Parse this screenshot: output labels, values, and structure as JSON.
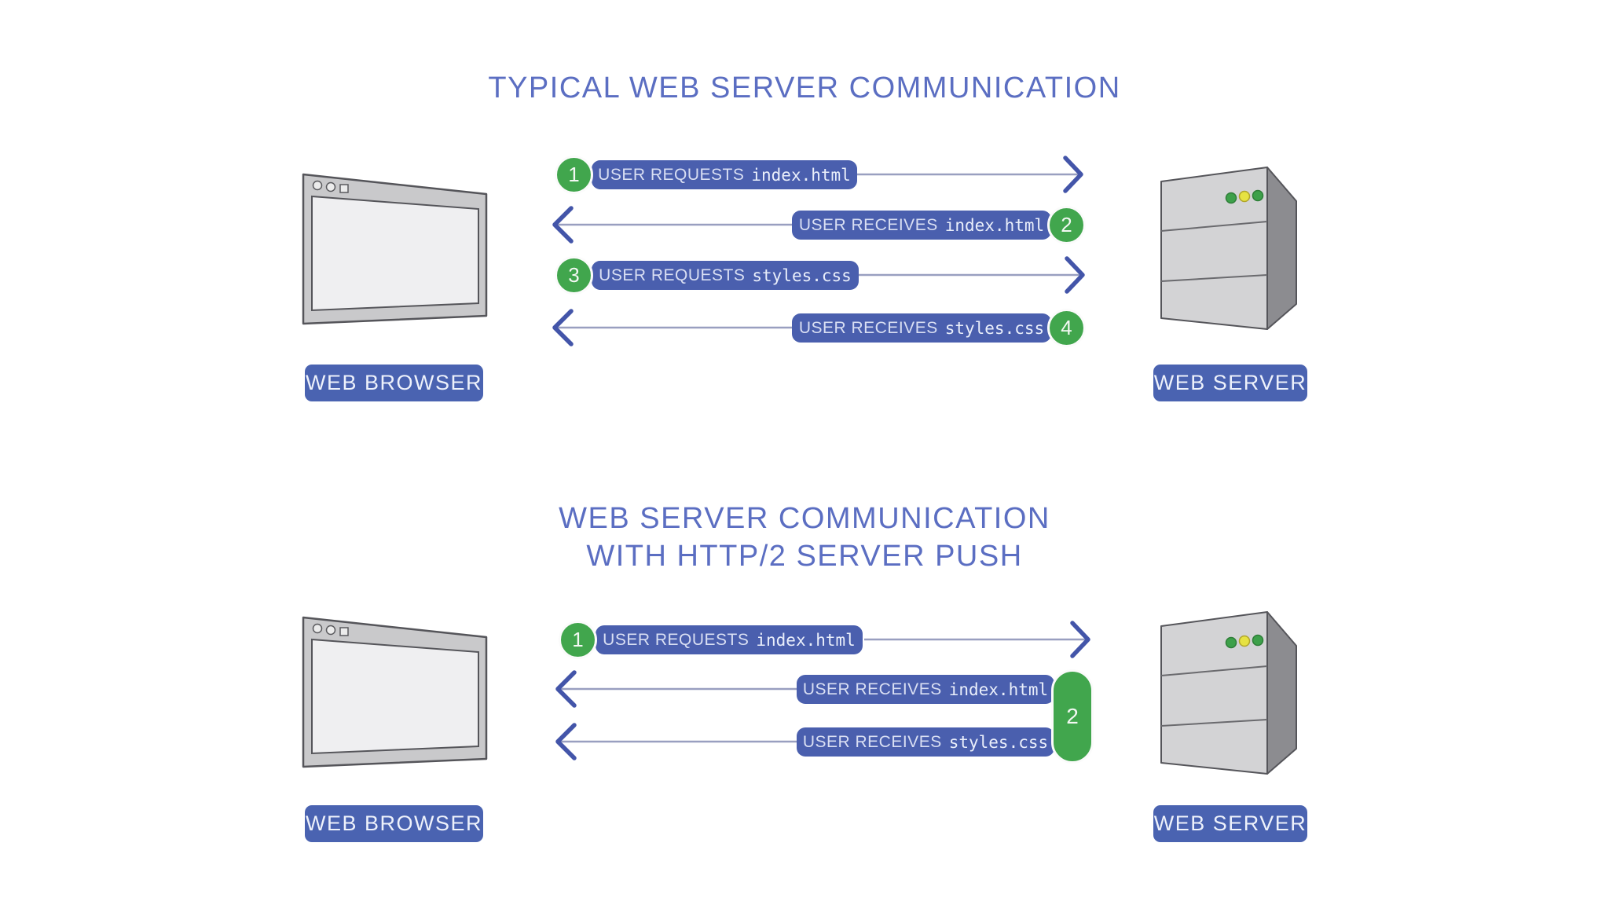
{
  "colors": {
    "title_blue": "#5b6ec2",
    "message_pill_blue": "#4a5fae",
    "label_pill_blue": "#4a63b1",
    "badge_green": "#41a64d",
    "arrow_shaft_gray": "#999fc0",
    "arrow_head_blue": "#4355a9"
  },
  "sections": [
    {
      "title_lines": [
        "TYPICAL WEB SERVER COMMUNICATION"
      ],
      "browser_label": "WEB BROWSER",
      "server_label": "WEB SERVER",
      "messages": [
        {
          "num": "1",
          "text": "USER REQUESTS",
          "code": "index.html",
          "direction": "right"
        },
        {
          "num": "2",
          "text": "USER RECEIVES",
          "code": "index.html",
          "direction": "left"
        },
        {
          "num": "3",
          "text": "USER REQUESTS",
          "code": "styles.css",
          "direction": "right"
        },
        {
          "num": "4",
          "text": "USER RECEIVES",
          "code": "styles.css",
          "direction": "left"
        }
      ]
    },
    {
      "title_lines": [
        "WEB SERVER COMMUNICATION",
        "WITH HTTP/2 SERVER PUSH"
      ],
      "browser_label": "WEB BROWSER",
      "server_label": "WEB SERVER",
      "shared_badge_num": "2",
      "messages": [
        {
          "num": "1",
          "text": "USER REQUESTS",
          "code": "index.html",
          "direction": "right"
        },
        {
          "text": "USER RECEIVES",
          "code": "index.html",
          "direction": "left"
        },
        {
          "text": "USER RECEIVES",
          "code": "styles.css",
          "direction": "left"
        }
      ]
    }
  ]
}
